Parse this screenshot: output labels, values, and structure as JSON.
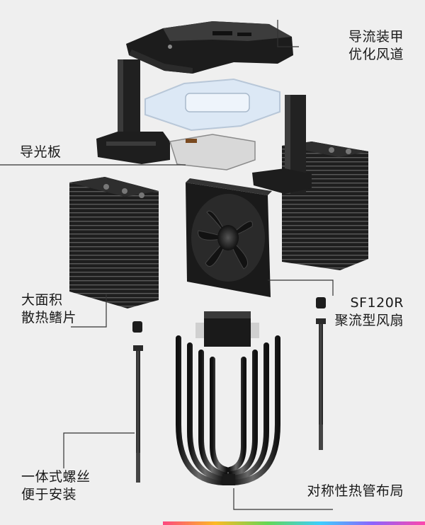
{
  "labels": {
    "shroud": [
      "导流装甲",
      "优化风道"
    ],
    "light_guide": [
      "导光板"
    ],
    "fins": [
      "大面积",
      "散热鳍片"
    ],
    "fan": [
      "SF120R",
      "聚流型风扇"
    ],
    "screws": [
      "一体式螺丝",
      "便于安装"
    ],
    "heatpipes": [
      "对称性热管布局"
    ]
  },
  "colors": {
    "background": "#efefef",
    "metal_dark": "#1c1c1c",
    "metal_mid": "#3a3a3a",
    "leader_line": "#333333",
    "light_guide": "#dce8f5"
  }
}
